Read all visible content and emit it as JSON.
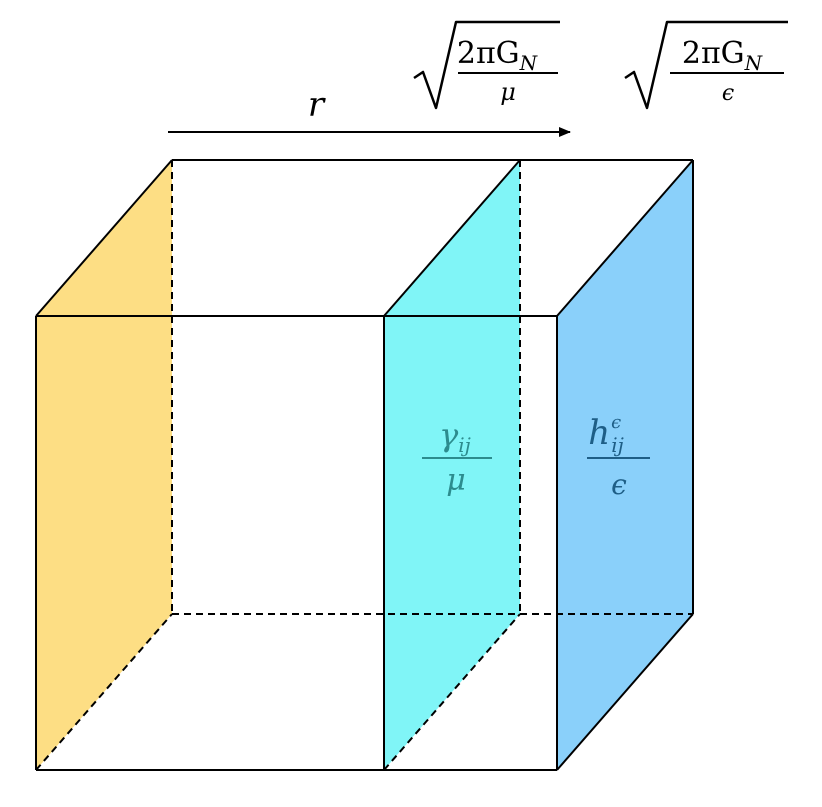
{
  "labels": {
    "r": "r",
    "mu": {
      "numerator": "2πG",
      "numerator_sub": "N",
      "denominator": "μ"
    },
    "eps": {
      "numerator": "2πG",
      "numerator_sub": "N",
      "denominator": "ϵ"
    },
    "gamma": {
      "symbol": "γ",
      "sub": "ij",
      "denominator": "μ"
    },
    "h": {
      "symbol": "h",
      "sup": "ϵ",
      "sub": "ij",
      "denominator": "ϵ"
    }
  },
  "colors": {
    "left_slab": "#FDDE84",
    "middle_slab": "#80F5F7",
    "right_slab": "#8AD0FA",
    "middle_text": "#2C8C8E",
    "right_text": "#1E5E86",
    "edge": "#000000"
  }
}
